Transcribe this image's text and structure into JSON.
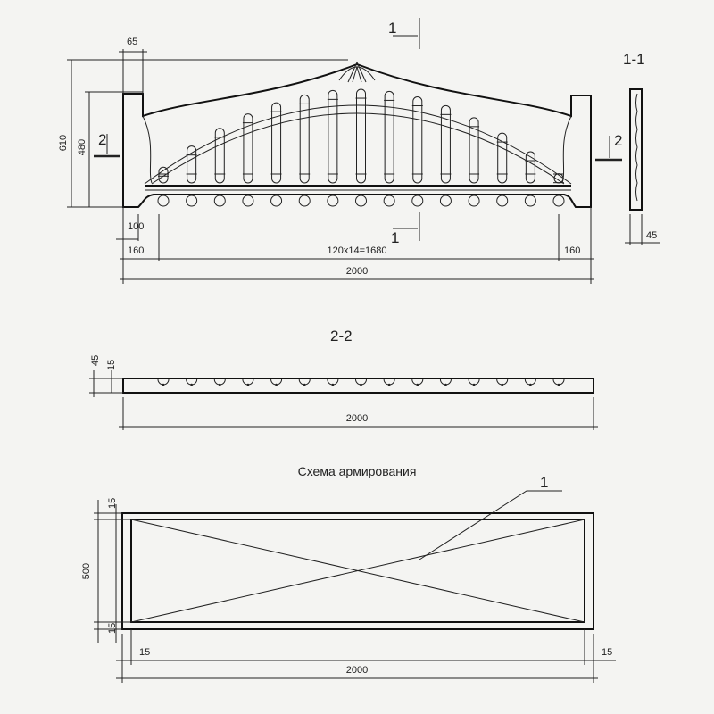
{
  "elevation": {
    "dim_top_offset": "65",
    "dim_total_height": "610",
    "dim_side_height": "480",
    "dim_base_offset": "100",
    "dim_left_margin": "160",
    "dim_pitch": "120x14=1680",
    "dim_right_margin": "160",
    "dim_length": "2000",
    "cut_2_left": "2",
    "cut_2_right": "2",
    "cut_1_top": "1",
    "cut_1_bottom": "1",
    "baluster_count": 15
  },
  "section_1_1": {
    "title": "1-1",
    "dim_thickness": "45"
  },
  "section_2_2": {
    "title": "2-2",
    "dim_thickness": "45",
    "dim_cover": "15",
    "dim_length": "2000"
  },
  "reinforcement": {
    "title": "Схема армирования",
    "callout": "1",
    "dim_top_cover": "15",
    "dim_height": "500",
    "dim_bottom_cover": "15",
    "dim_left_cover": "15",
    "dim_right_cover": "15",
    "dim_length": "2000"
  }
}
